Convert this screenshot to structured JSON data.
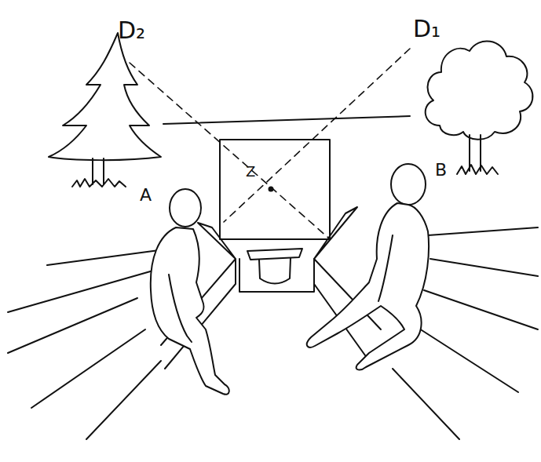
{
  "diagram": {
    "labels": [
      "D₂",
      "D₁",
      "A",
      "B",
      "Z"
    ]
  }
}
